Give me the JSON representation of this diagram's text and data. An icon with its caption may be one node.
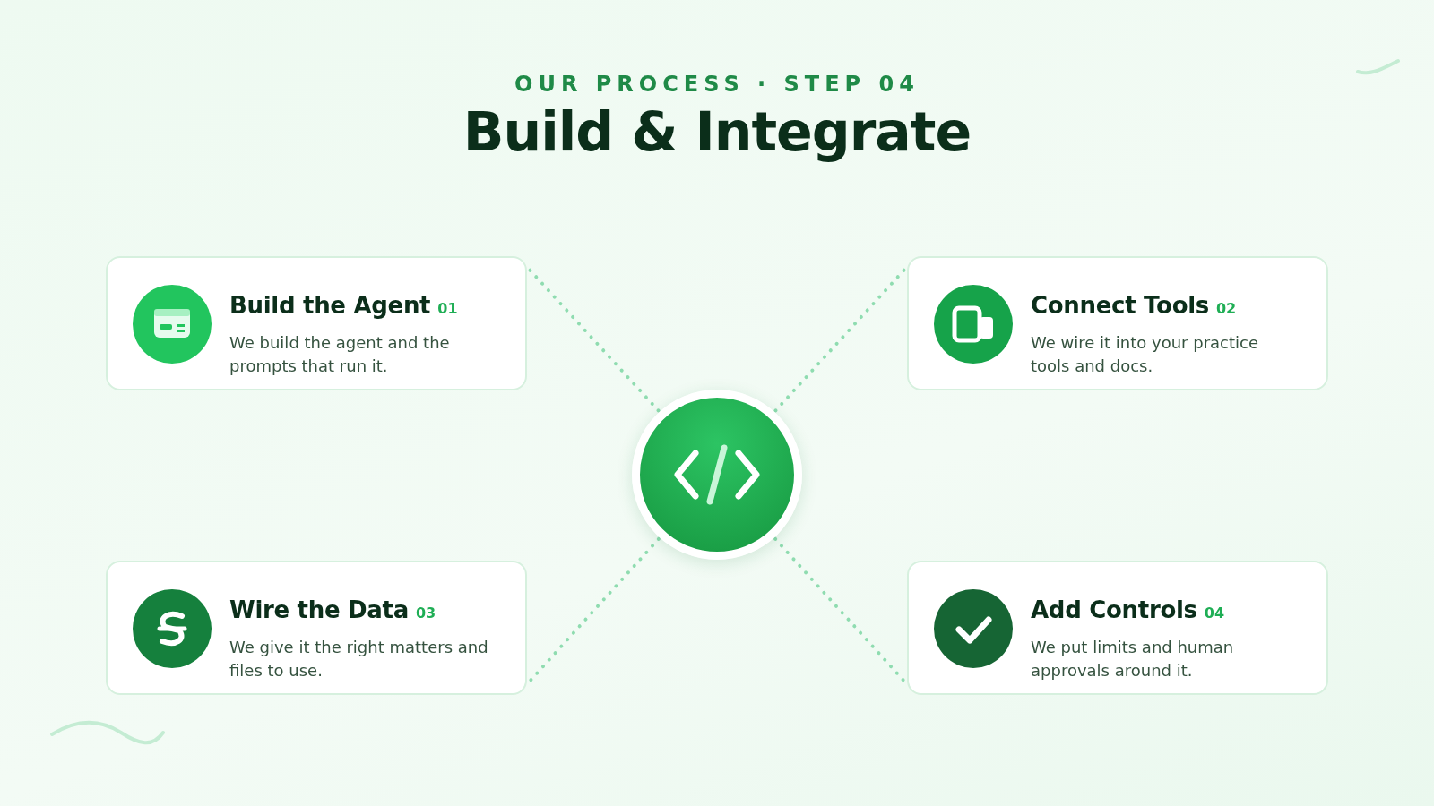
{
  "diagram": {
    "title": "Build & Integrate",
    "nodes": [
      {
        "text": [
          "Build the Agent",
          "01",
          "We build the agent and the prompts that run it."
        ]
      },
      {
        "text": [
          "Connect Tools",
          "02",
          "We wire it into your practice tools and docs."
        ]
      },
      {
        "text": [],
        "shape": "circle"
      },
      {
        "text": [
          "Wire the Data",
          "03",
          "We give it the right matters and files to use."
        ]
      },
      {
        "text": [
          "Add Controls",
          "04",
          "We put limits and human approvals around it."
        ]
      }
    ],
    "edges": [
      {
        "from": 2,
        "to": 0,
        "arrow": "none"
      },
      {
        "from": 2,
        "to": 1,
        "arrow": "none"
      },
      {
        "from": 2,
        "to": 3,
        "arrow": "none"
      },
      {
        "from": 2,
        "to": 4,
        "arrow": "none"
      }
    ],
    "labels": [
      "OUR PROCESS · STEP 04"
    ]
  }
}
